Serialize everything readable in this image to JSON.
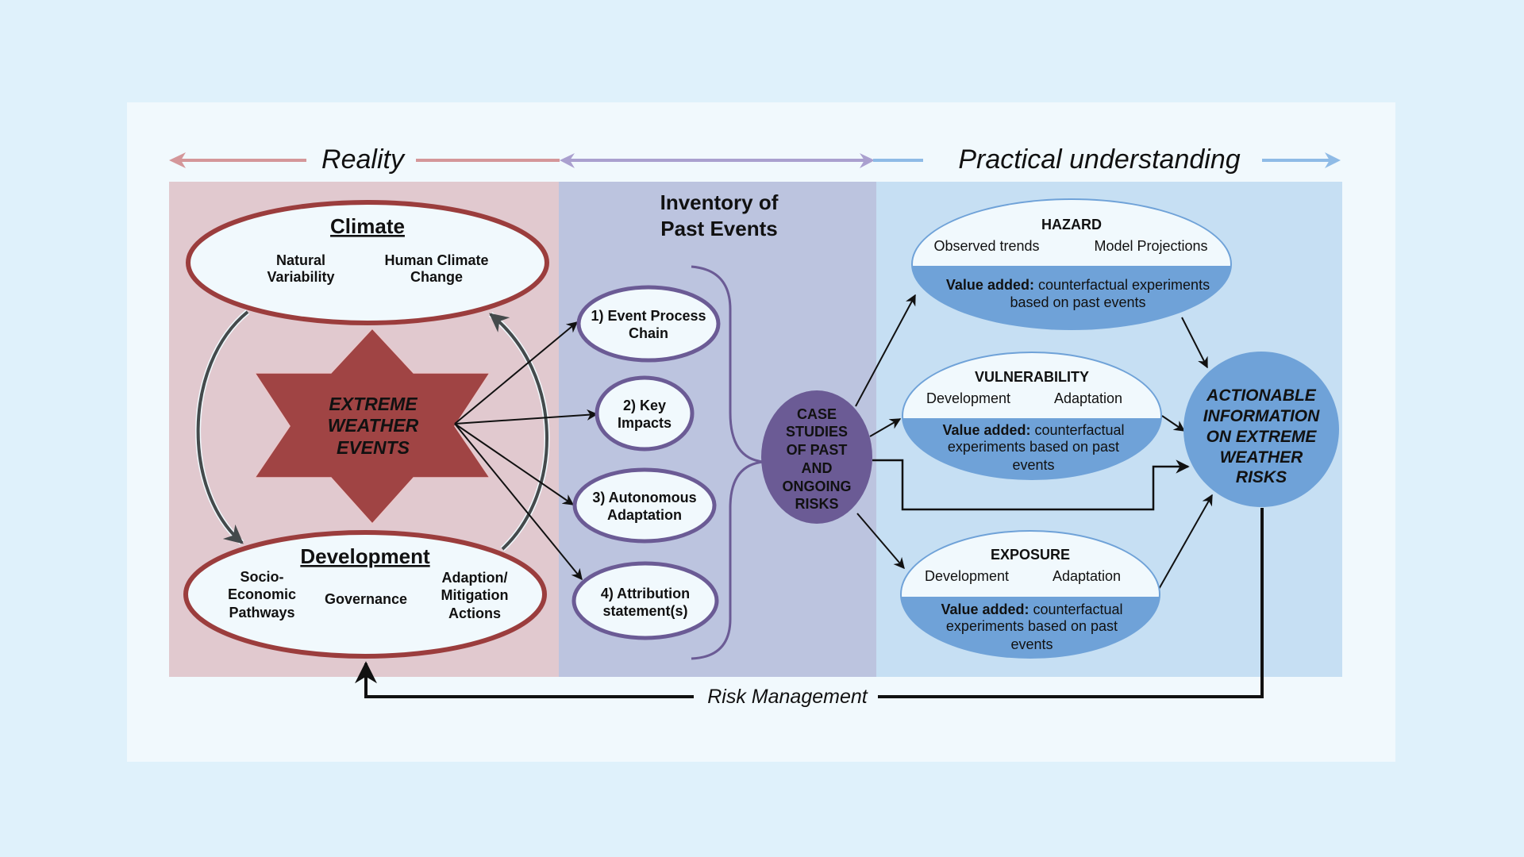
{
  "header": {
    "left_label": "Reality",
    "right_label": "Practical understanding"
  },
  "colors": {
    "background": "#dff1fb",
    "frame": "#f1f9fd",
    "reality_panel": "#e1c9cf",
    "inventory_panel": "#bcc4df",
    "understanding_panel": "#c6dff3",
    "reality_accent": "#9b3d3d",
    "inventory_accent": "#6b5b95",
    "understanding_accent": "#6fa2d8",
    "arrow_reality": "#d4979a",
    "arrow_inventory": "#aaa0cf",
    "arrow_understanding": "#8fbbe6"
  },
  "reality": {
    "climate": {
      "title": "Climate",
      "items": [
        {
          "line1": "Natural",
          "line2": "Variability"
        },
        {
          "line1": "Human Climate",
          "line2": "Change"
        }
      ]
    },
    "extreme_events": [
      "EXTREME",
      "WEATHER",
      "EVENTS"
    ],
    "development": {
      "title": "Development",
      "items": [
        {
          "lines": [
            "Socio-",
            "Economic",
            "Pathways"
          ]
        },
        {
          "lines": [
            "Governance"
          ]
        },
        {
          "lines": [
            "Adaption/",
            "Mitigation",
            "Actions"
          ]
        }
      ]
    }
  },
  "inventory": {
    "title_line1": "Inventory of",
    "title_line2": "Past Events",
    "steps": [
      {
        "line1": "1) Event Process",
        "line2": "Chain"
      },
      {
        "line1": "2) Key",
        "line2": "Impacts"
      },
      {
        "line1": "3) Autonomous",
        "line2": "Adaptation"
      },
      {
        "line1": "4) Attribution",
        "line2": "statement(s)"
      }
    ],
    "case_studies": [
      "CASE",
      "STUDIES",
      "OF PAST",
      "AND",
      "ONGOING",
      "RISKS"
    ]
  },
  "understanding": {
    "hazard": {
      "title": "HAZARD",
      "left": "Observed trends",
      "right": "Model Projections",
      "value_label": "Value added:",
      "value_lines": [
        " counterfactual experiments",
        "based on past events"
      ]
    },
    "vulnerability": {
      "title": "VULNERABILITY",
      "left": "Development",
      "right": "Adaptation",
      "value_label": "Value added:",
      "value_lines": [
        " counterfactual",
        "experiments based on past",
        "events"
      ]
    },
    "exposure": {
      "title": "EXPOSURE",
      "left": "Development",
      "right": "Adaptation",
      "value_label": "Value added:",
      "value_lines": [
        " counterfactual",
        "experiments based on past",
        "events"
      ]
    },
    "actionable": [
      "ACTIONABLE",
      "INFORMATION",
      "ON EXTREME",
      "WEATHER",
      "RISKS"
    ]
  },
  "feedback": {
    "label": "Risk Management"
  }
}
